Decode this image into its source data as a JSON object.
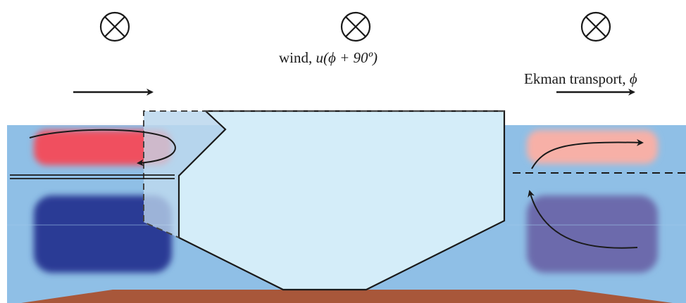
{
  "labels": {
    "wind_text": "wind, ",
    "wind_expr": "u(ϕ + 90º)",
    "ekman_text": "Ekman transport, ",
    "ekman_symbol": "ϕ"
  },
  "icons": {
    "into_page_symbol": "circle-cross-icon",
    "wind_arrow": "arrow-right-icon",
    "ekman_arrow": "arrow-right-icon",
    "left_cell_circulation": "clockwise-loop-arrow-icon",
    "right_upper_flow": "curved-arrow-right-icon",
    "right_lower_flow": "curved-arrow-up-icon"
  },
  "colors": {
    "ocean": "#8fbfe6",
    "warm_water_left": "#f04f5e",
    "warm_water_right": "#f7b0a7",
    "cold_water_left": "#2c3a95",
    "cold_water_right": "#6c6aac",
    "ice_shelf": "#d4edf9",
    "ice_shadow": "#c3dcef",
    "seafloor": "#a8573a",
    "ink": "#1a1a1a"
  }
}
